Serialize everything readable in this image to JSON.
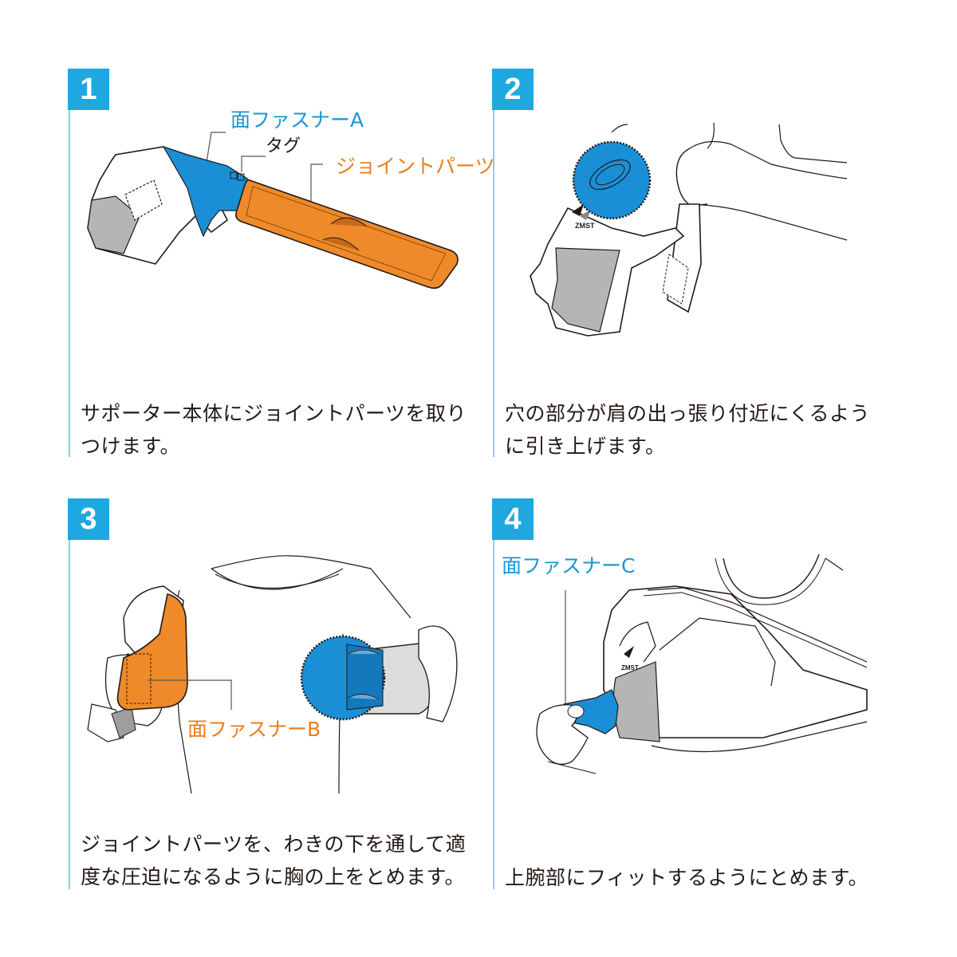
{
  "colors": {
    "accent_blue": "#1fa8e0",
    "guide_line": "#8ccfeb",
    "label_blue": "#1a96d4",
    "label_orange": "#ee7d1a",
    "text": "#231815",
    "fastener_blue": "#1a8fd6",
    "joint_orange": "#ee8a2a",
    "panel_gray": "#b5b5b5"
  },
  "steps": [
    {
      "number": "1",
      "labels": {
        "fastener_a": "面ファスナーA",
        "tag": "タグ",
        "joint_parts": "ジョイントパーツ"
      },
      "caption_lines": [
        "サポーター本体にジョイントパーツを取り",
        "つけます。"
      ],
      "illustration": "shoulder-support-with-joint-part"
    },
    {
      "number": "2",
      "labels": {},
      "caption_lines": [
        "穴の部分が肩の出っ張り付近にくるよう",
        "に引き上げます。"
      ],
      "illustration": "pulling-support-up-over-shoulder"
    },
    {
      "number": "3",
      "labels": {
        "fastener_b": "面ファスナーB"
      },
      "caption_lines": [
        "ジョイントパーツを、わきの下を通して適",
        "度な圧迫になるように胸の上をとめます。"
      ],
      "illustration": "wrapping-joint-part-under-arm"
    },
    {
      "number": "4",
      "labels": {
        "fastener_c": "面ファスナーC"
      },
      "caption_lines": [
        "上腕部にフィットするようにとめます。"
      ],
      "illustration": "fastening-upper-arm-strap"
    }
  ]
}
